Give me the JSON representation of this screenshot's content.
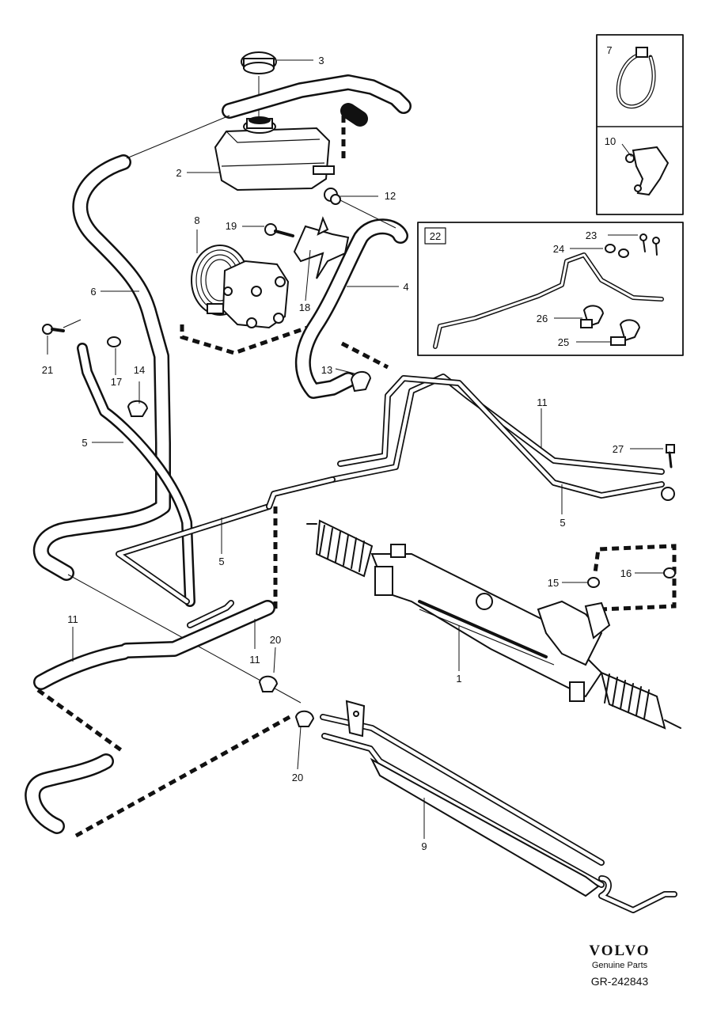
{
  "callouts": [
    {
      "id": "c1",
      "text": "1"
    },
    {
      "id": "c2",
      "text": "2"
    },
    {
      "id": "c3",
      "text": "3"
    },
    {
      "id": "c4",
      "text": "4"
    },
    {
      "id": "c5a",
      "text": "5"
    },
    {
      "id": "c5b",
      "text": "5"
    },
    {
      "id": "c5c",
      "text": "5"
    },
    {
      "id": "c6",
      "text": "6"
    },
    {
      "id": "c7",
      "text": "7"
    },
    {
      "id": "c8",
      "text": "8"
    },
    {
      "id": "c9",
      "text": "9"
    },
    {
      "id": "c10",
      "text": "10"
    },
    {
      "id": "c11a",
      "text": "11"
    },
    {
      "id": "c11b",
      "text": "11"
    },
    {
      "id": "c11c",
      "text": "11"
    },
    {
      "id": "c12",
      "text": "12"
    },
    {
      "id": "c13",
      "text": "13"
    },
    {
      "id": "c14",
      "text": "14"
    },
    {
      "id": "c15",
      "text": "15"
    },
    {
      "id": "c16",
      "text": "16"
    },
    {
      "id": "c17",
      "text": "17"
    },
    {
      "id": "c18",
      "text": "18"
    },
    {
      "id": "c19",
      "text": "19"
    },
    {
      "id": "c20a",
      "text": "20"
    },
    {
      "id": "c20b",
      "text": "20"
    },
    {
      "id": "c21",
      "text": "21"
    },
    {
      "id": "c22",
      "text": "22"
    },
    {
      "id": "c23",
      "text": "23"
    },
    {
      "id": "c24",
      "text": "24"
    },
    {
      "id": "c25",
      "text": "25"
    },
    {
      "id": "c26",
      "text": "26"
    },
    {
      "id": "c27",
      "text": "27"
    }
  ],
  "brand": {
    "logo": "VOLVO",
    "tagline": "Genuine Parts",
    "code": "GR-242843"
  }
}
